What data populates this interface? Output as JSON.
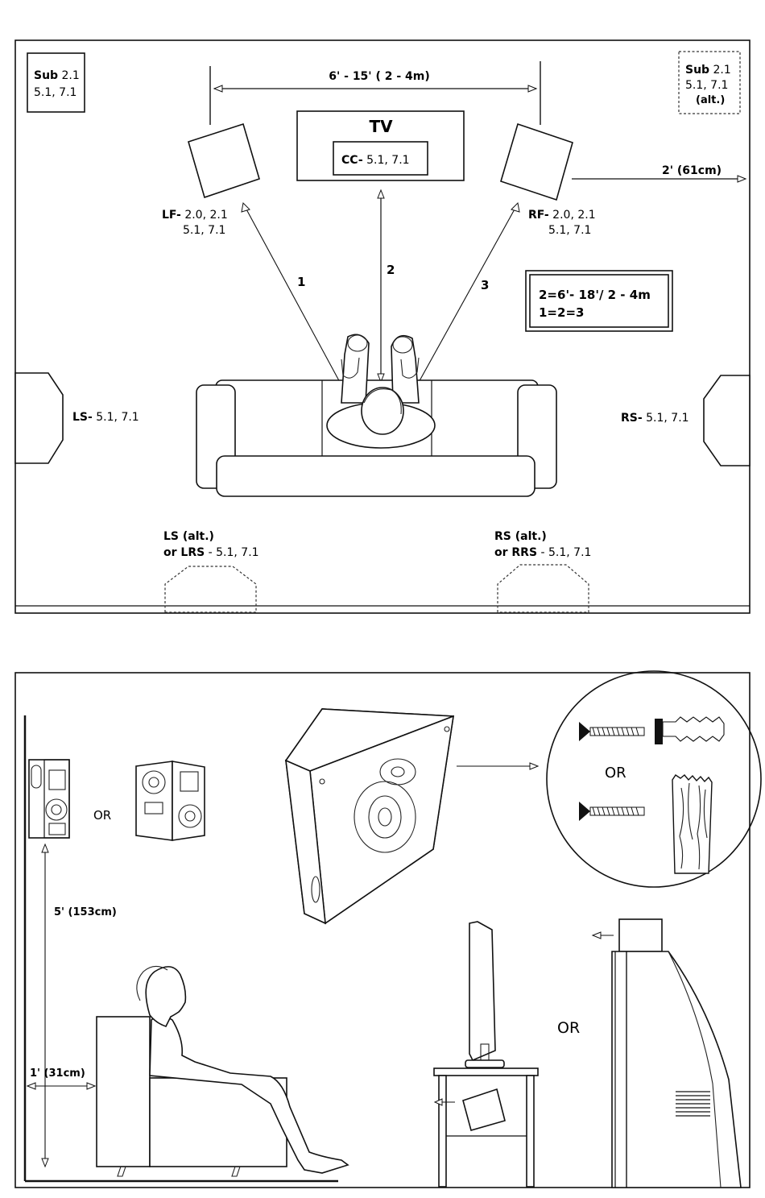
{
  "top_diagram": {
    "width_dim": "6' - 15' ( 2 - 4m)",
    "tv_label": "TV",
    "cc": {
      "code": "CC-",
      "ch": " 5.1, 7.1"
    },
    "sub": {
      "code": "Sub",
      "ch1": " 2.1",
      "ch2": "5.1, 7.1"
    },
    "sub_alt": {
      "code": "Sub",
      "ch1": " 2.1",
      "ch2": "5.1, 7.1",
      "alt": "(alt.)"
    },
    "lf": {
      "code": "LF-",
      "ch1": " 2.0, 2.1",
      "ch2": "5.1, 7.1"
    },
    "rf": {
      "code": "RF-",
      "ch1": " 2.0, 2.1",
      "ch2": "5.1, 7.1"
    },
    "rf_offset": "2' (61cm)",
    "dist_1": "1",
    "dist_2": "2",
    "dist_3": "3",
    "rule_line1": "2=6'- 18'/ 2 - 4m",
    "rule_line2": "1=2=3",
    "ls": {
      "code": "LS-",
      "ch": " 5.1, 7.1"
    },
    "rs": {
      "code": "RS-",
      "ch": " 5.1, 7.1"
    },
    "ls_alt": {
      "line1": "LS (alt.)",
      "code": "or LRS",
      "ch": " - 5.1, 7.1"
    },
    "rs_alt": {
      "line1": "RS (alt.)",
      "code": "or RRS",
      "ch": " - 5.1, 7.1"
    }
  },
  "bottom_diagram": {
    "or_speakers": "OR",
    "or_mount": "OR",
    "or_tv": "OR",
    "height_dim": "5' (153cm)",
    "wall_dim": "1' (31cm)"
  }
}
